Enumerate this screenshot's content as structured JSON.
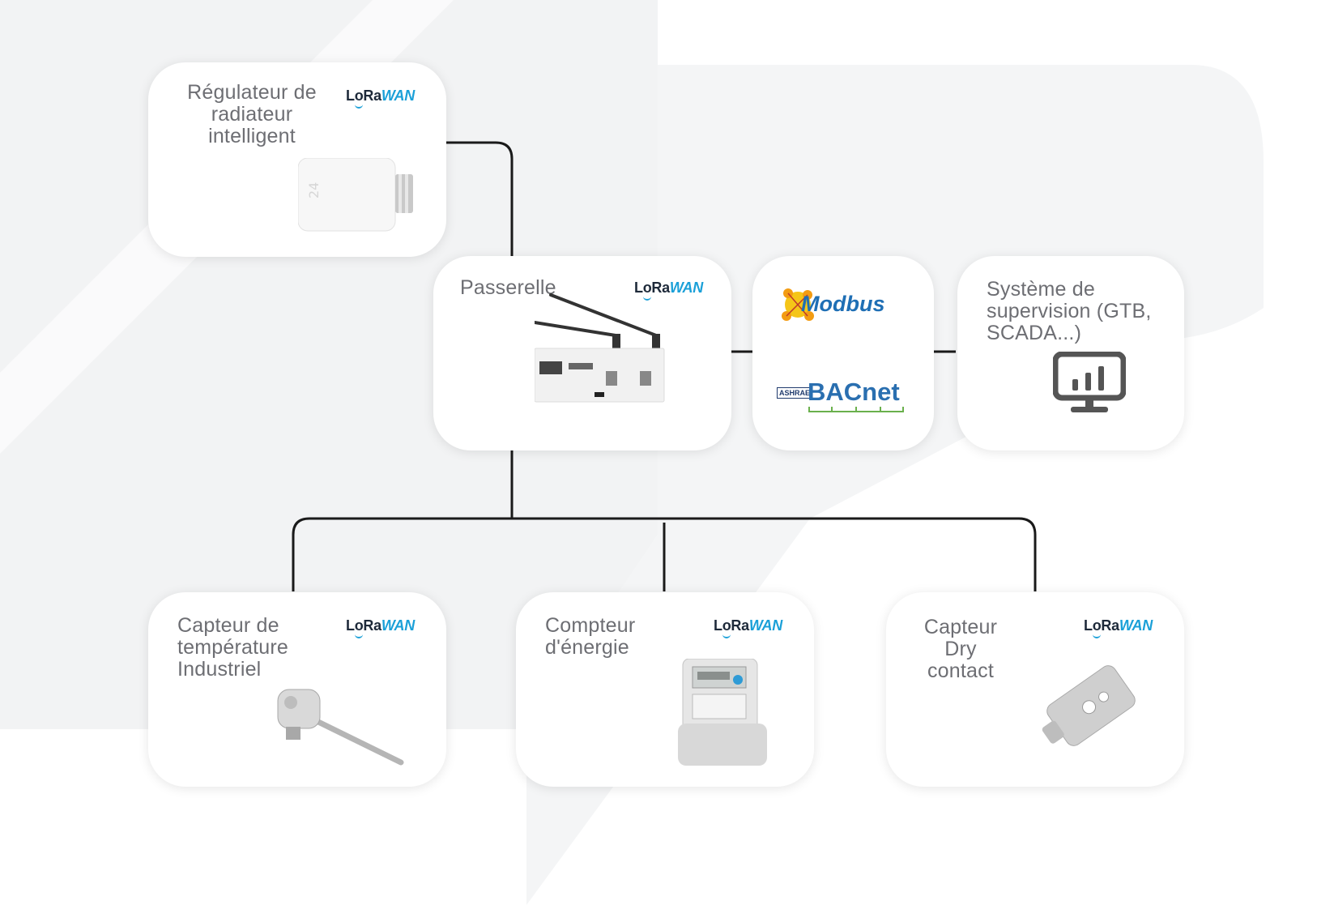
{
  "colors": {
    "card_bg": "#ffffff",
    "title_text": "#6d6e73",
    "connector": "#1a1a1a",
    "lorawan_blue": "#1ba0d8",
    "lorawan_dark": "#1e2a3a",
    "modbus_blue": "#1f6fb5",
    "bacnet_blue": "#2a6fb0",
    "bacnet_green": "#6ab04c",
    "background_shape": "#f2f3f4"
  },
  "badge": {
    "lo": "LoRa",
    "wan": "WAN"
  },
  "nodes": {
    "regulateur": {
      "title": "Régulateur de\nradiateur\nintelligent",
      "icon": "smart-radiator-valve-icon"
    },
    "passerelle": {
      "title": "Passerelle",
      "icon": "lorawan-gateway-icon"
    },
    "protocols": {
      "modbus": "Modbus",
      "bacnet": "BACnet",
      "ashrae": "ASHRAE",
      "modbus_icon": "modbus-logo-icon",
      "bacnet_icon": "bacnet-logo-icon"
    },
    "supervision": {
      "title": "Système de\nsupervision (GTB,\nSCADA...)",
      "icon": "monitor-chart-icon"
    },
    "capteur_temp": {
      "title": "Capteur de\ntempérature\nIndustriel",
      "icon": "industrial-temperature-probe-icon"
    },
    "compteur": {
      "title": "Compteur\nd'énergie",
      "icon": "energy-meter-icon"
    },
    "capteur_dry": {
      "title": "Capteur\nDry\ncontact",
      "icon": "dry-contact-sensor-icon"
    }
  }
}
